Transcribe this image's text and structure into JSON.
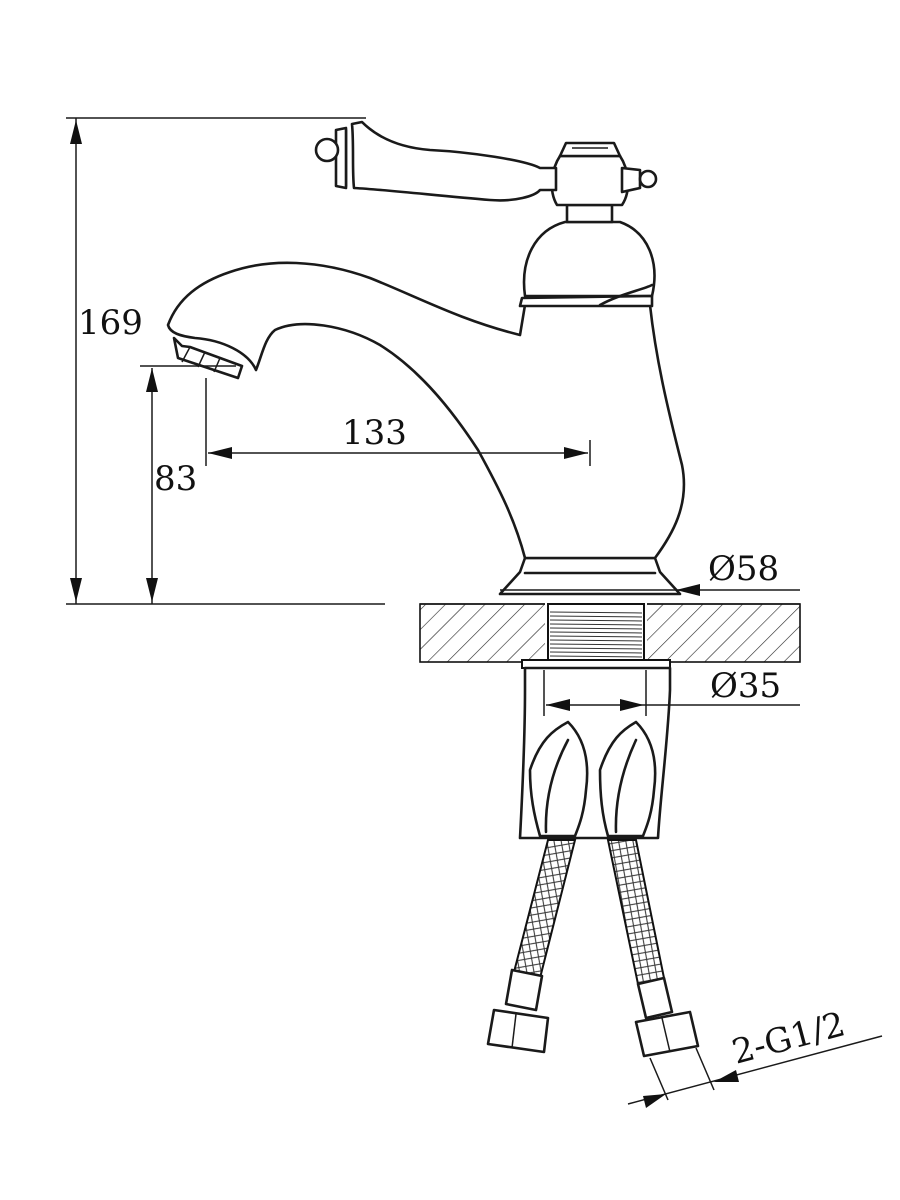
{
  "dimensions": {
    "total_height": "169",
    "spout_height": "83",
    "spout_reach": "133",
    "base_diameter": "Ø58",
    "thread_diameter": "Ø35",
    "hose_connection": "2-G1/2"
  }
}
